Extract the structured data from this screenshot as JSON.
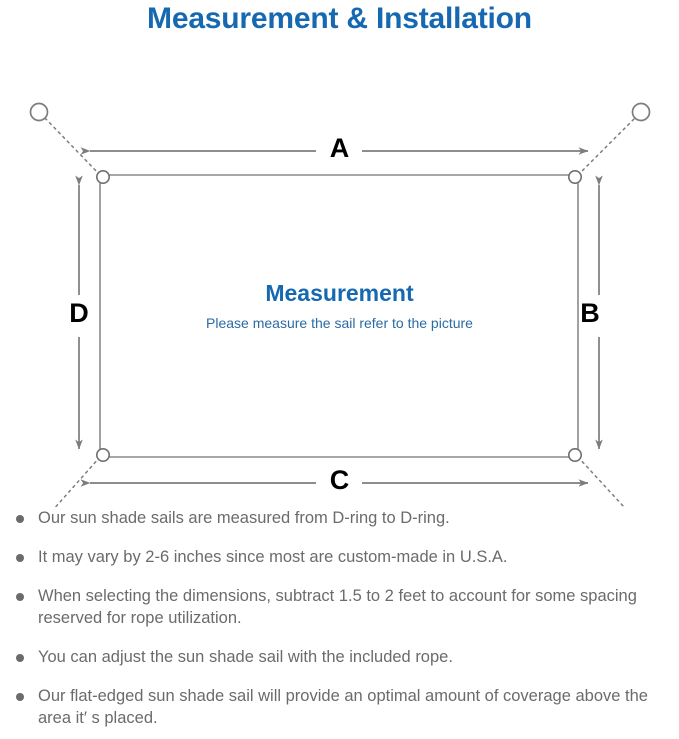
{
  "page": {
    "title": "Measurement & Installation"
  },
  "diagram": {
    "center_title": "Measurement",
    "center_subtitle": "Please measure the sail refer to the picture",
    "dimension_labels": {
      "top": "A",
      "right": "B",
      "bottom": "C",
      "left": "D"
    },
    "icons": {
      "anchor_point": "anchor-ring-icon",
      "d_ring": "d-ring-icon",
      "rope": "dotted-rope-line",
      "dimension_arrow": "double-headed-arrow-icon",
      "sail": "sail-rectangle-shape"
    },
    "colors": {
      "title_blue": "#1668b0",
      "subtitle_blue": "#2a6ba3",
      "line_gray": "#8a8a8a",
      "label_black": "#000000",
      "note_gray": "#6b6b6b"
    }
  },
  "notes": [
    "Our sun shade sails are measured from D-ring to D-ring.",
    "It may vary by 2-6 inches since most are custom-made in U.S.A.",
    "When selecting the dimensions, subtract 1.5 to 2 feet to account for some spacing reserved for rope utilization.",
    "You can adjust the sun shade sail with the included rope.",
    "Our flat-edged sun shade sail will provide an optimal amount of coverage above the area it′ s placed."
  ]
}
